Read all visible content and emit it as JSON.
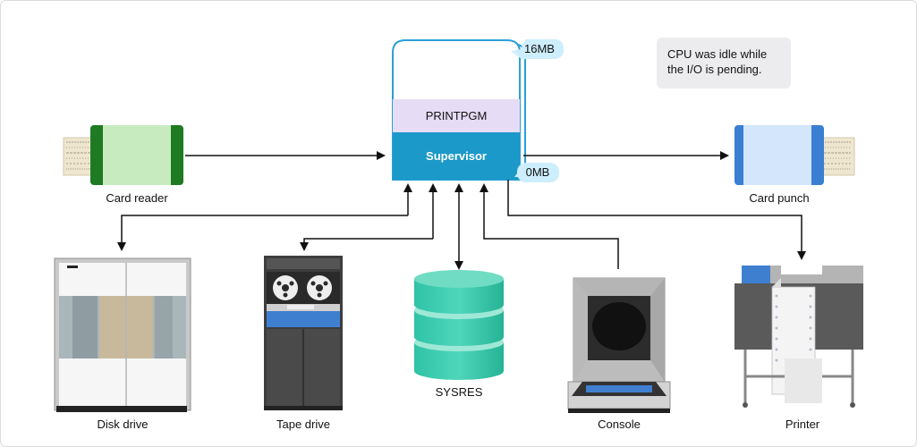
{
  "memory": {
    "top_marker": "16MB",
    "bottom_marker": "0MB",
    "program_region": "PRINTPGM",
    "supervisor_region": "Supervisor"
  },
  "note": {
    "text": "CPU was idle while the I/O is pending."
  },
  "devices": {
    "card_reader": "Card reader",
    "card_punch": "Card punch",
    "disk_drive": "Disk drive",
    "tape_drive": "Tape drive",
    "sysres": "SYSRES",
    "console": "Console",
    "printer": "Printer"
  },
  "colors": {
    "memory_border": "#2b9fd6",
    "supervisor": "#1b99c9",
    "program": "#e6dcf5",
    "marker": "#cdeefd",
    "sysres": "#2fc3a5",
    "note_bg": "#ececef"
  }
}
